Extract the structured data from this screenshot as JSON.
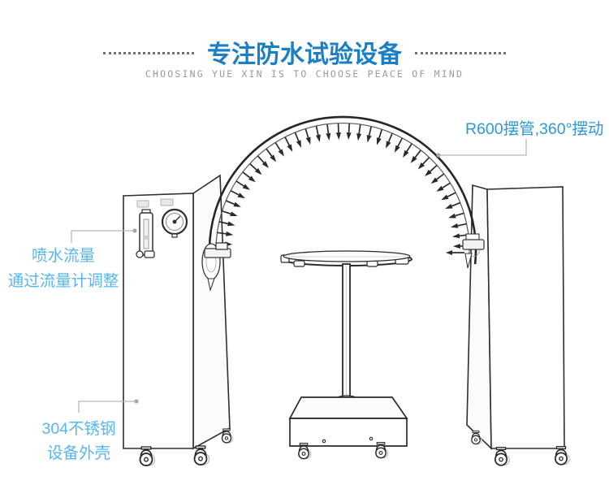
{
  "header": {
    "title": "专注防水试验设备",
    "subtitle": "CHOOSING YUE XIN IS TO CHOOSE PEACE OF MIND"
  },
  "callouts": {
    "swing_pipe": {
      "label": "R600摆管,360°摆动"
    },
    "flow": {
      "line1": "喷水流量",
      "line2": "通过流量计调整"
    },
    "shell": {
      "line1": "304不锈钢",
      "line2": "设备外壳"
    }
  },
  "colors": {
    "title_blue": "#1a7fc5",
    "accent_blue": "#2e97d5",
    "light_blue": "#57b6ee",
    "callout_line_gray": "#b8b8b8",
    "ink": "#2b2b2b"
  },
  "illustration": {
    "parts": [
      "left-cabinet",
      "flow-meter",
      "pressure-gauge",
      "oscillating-pipe-arc",
      "spray-nozzles",
      "left-pipe-bracket",
      "right-pipe-bracket",
      "turntable",
      "turntable-pole",
      "base-box",
      "caster-wheels",
      "right-cabinet"
    ]
  }
}
